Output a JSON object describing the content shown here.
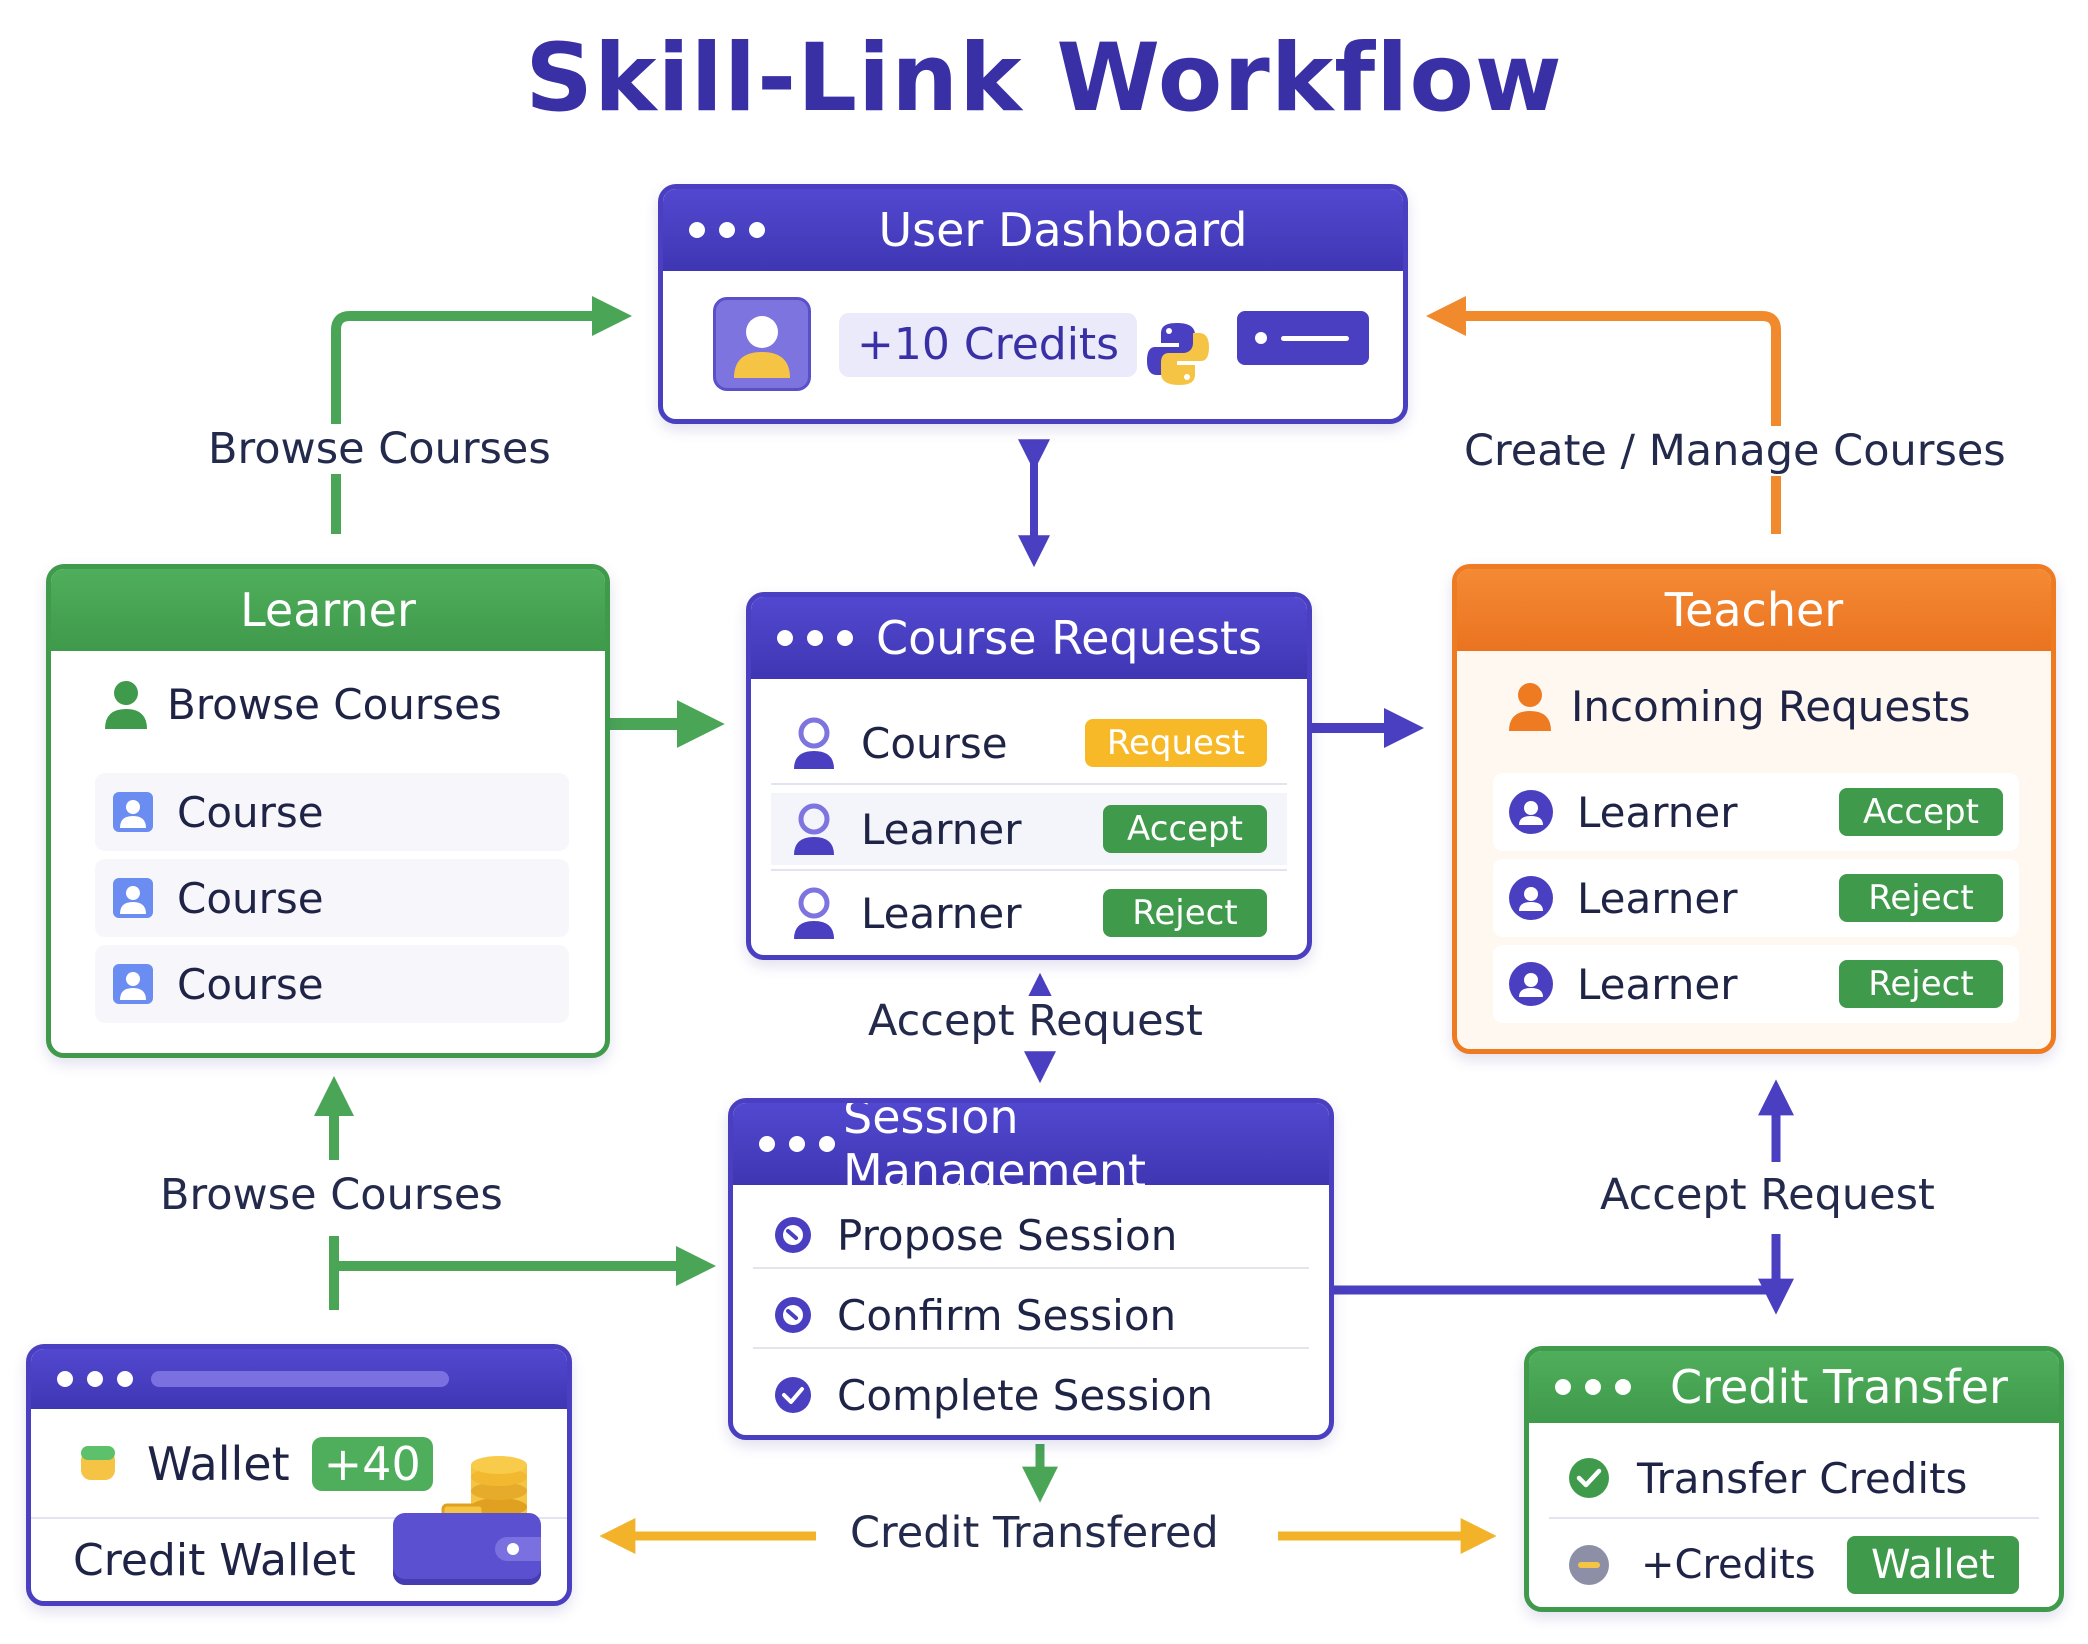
{
  "title": "Skill-Link Workflow",
  "colors": {
    "indigo": "#4a3fc0",
    "green": "#3f9a4b",
    "orange": "#ee7a22",
    "yellow": "#f2b32a"
  },
  "dashboard": {
    "title": "User Dashboard",
    "credits": "+10 Credits",
    "icons": [
      "user-avatar-icon",
      "python-logo-icon",
      "card-icon"
    ]
  },
  "learner": {
    "title": "Learner",
    "subtitle": "Browse Courses",
    "items": [
      "Course",
      "Course",
      "Course"
    ]
  },
  "requests": {
    "title": "Course Requests",
    "rows": [
      {
        "label": "Course",
        "action": "Request"
      },
      {
        "label": "Learner",
        "action": "Accept"
      },
      {
        "label": "Learner",
        "action": "Reject"
      }
    ]
  },
  "teacher": {
    "title": "Teacher",
    "subtitle": "Incoming Requests",
    "rows": [
      {
        "label": "Learner",
        "action": "Accept"
      },
      {
        "label": "Learner",
        "action": "Reject"
      },
      {
        "label": "Learner",
        "action": "Reject"
      }
    ]
  },
  "session": {
    "title": "Session Management",
    "items": [
      "Propose Session",
      "Confirm Session",
      "Complete Session"
    ]
  },
  "wallet": {
    "label": "Wallet",
    "badge": "+40",
    "subtitle": "Credit Wallet"
  },
  "transfer": {
    "title": "Credit Transfer",
    "item": "Transfer Credits",
    "credits": "+Credits",
    "button": "Wallet"
  },
  "labels": {
    "browse_top": "Browse Courses",
    "create_manage": "Create / Manage Courses",
    "accept_center": "Accept Request",
    "browse_bottom": "Browse Courses",
    "accept_right": "Accept Request",
    "credit_transferred": "Credit Transfered"
  }
}
